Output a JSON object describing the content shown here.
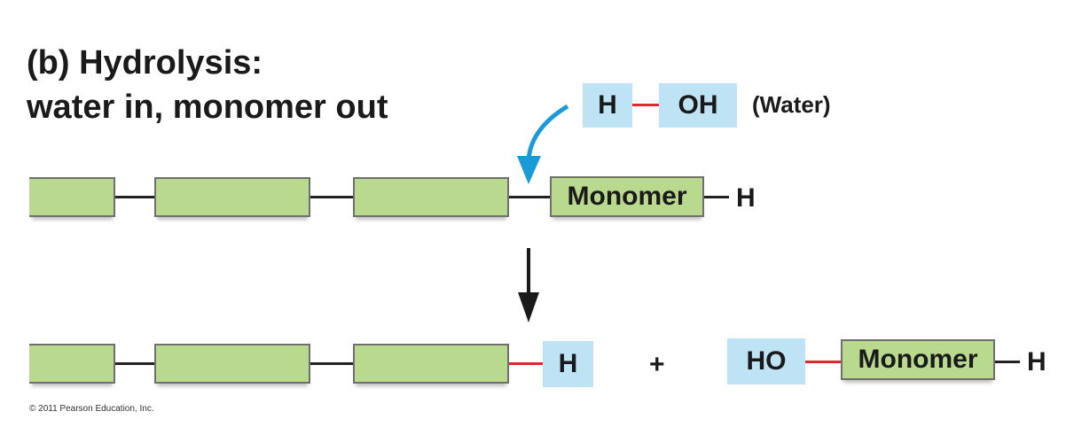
{
  "title": {
    "line1": "(b) Hydrolysis:",
    "line2": "water in, monomer out"
  },
  "water": {
    "h_label": "H",
    "oh_label": "OH",
    "caption": "(Water)"
  },
  "top_chain": {
    "monomer_label": "Monomer",
    "end_h": "H"
  },
  "bottom_chain": {
    "h_label": "H",
    "plus": "+",
    "ho_label": "HO",
    "monomer_label": "Monomer",
    "end_h": "H"
  },
  "copyright": "© 2011 Pearson Education, Inc.",
  "colors": {
    "monomer_fill": "#b8d98e",
    "blue_fill": "#bde3f5",
    "red_bond": "#e0262e",
    "arrow_blue": "#1a9bd7"
  }
}
